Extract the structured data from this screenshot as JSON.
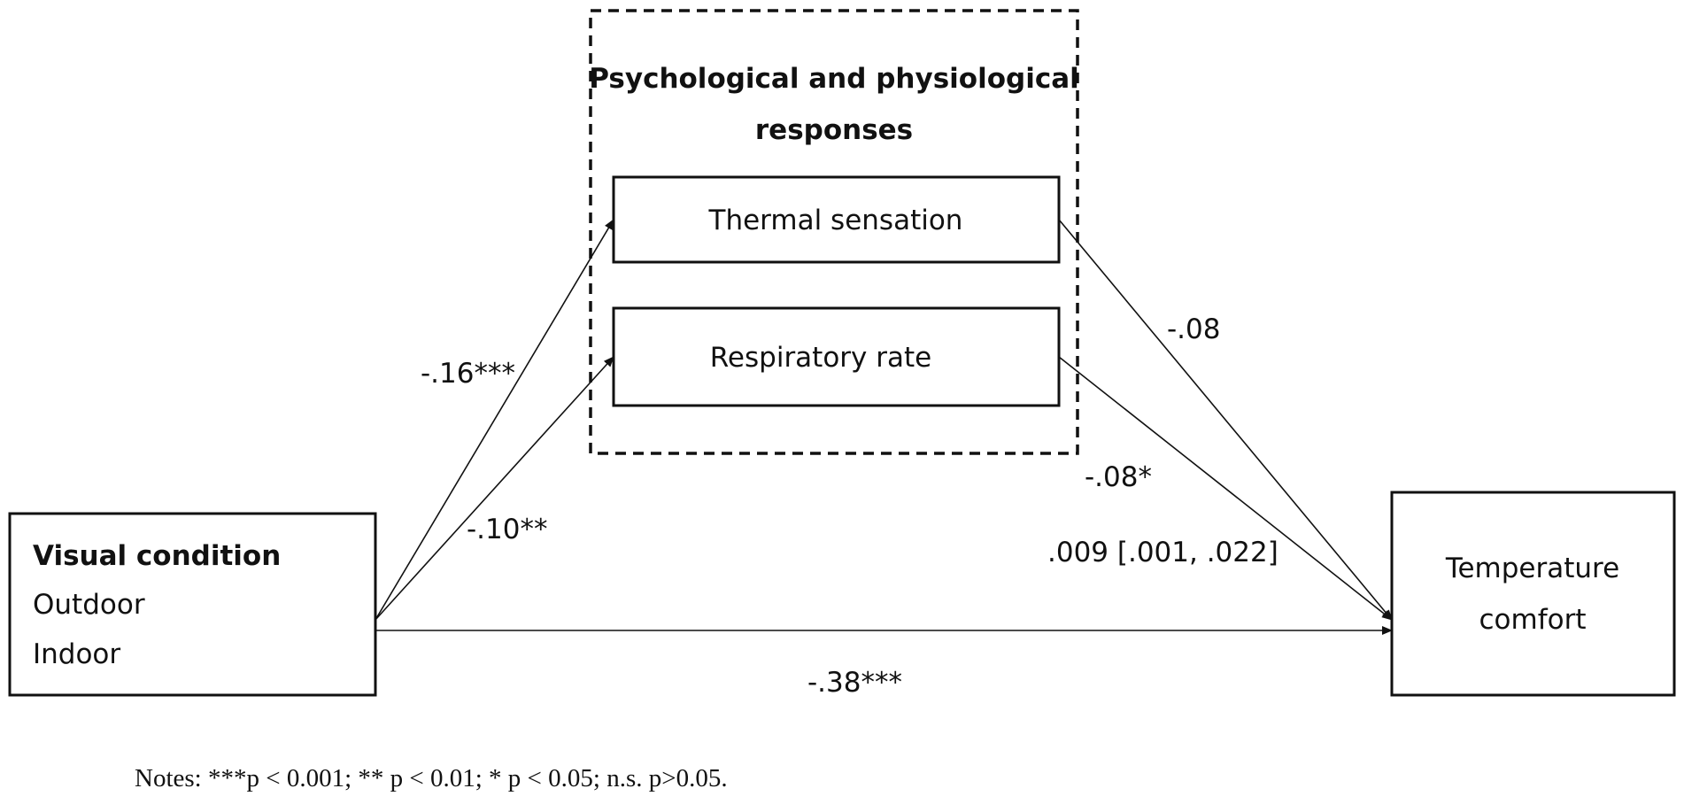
{
  "group": {
    "title_line1": "Psychological and physiological",
    "title_line2": "responses"
  },
  "nodes": {
    "thermal_sensation": "Thermal sensation",
    "respiratory_rate": "Respiratory rate",
    "visual_condition": {
      "title": "Visual condition",
      "level1": "Outdoor",
      "level2": "Indoor"
    },
    "temperature_comfort": {
      "line1": "Temperature",
      "line2": "comfort"
    }
  },
  "paths": {
    "visual_to_thermal": "-.16***",
    "visual_to_respiratory": "-.10**",
    "thermal_to_comfort": "-.08",
    "respiratory_to_comfort": "-.08*",
    "indirect_effect": ".009 [.001, .022]",
    "visual_to_comfort": "-.38***"
  },
  "notes": "Notes: ***p < 0.001; ** p < 0.01; * p < 0.05; n.s. p>0.05."
}
